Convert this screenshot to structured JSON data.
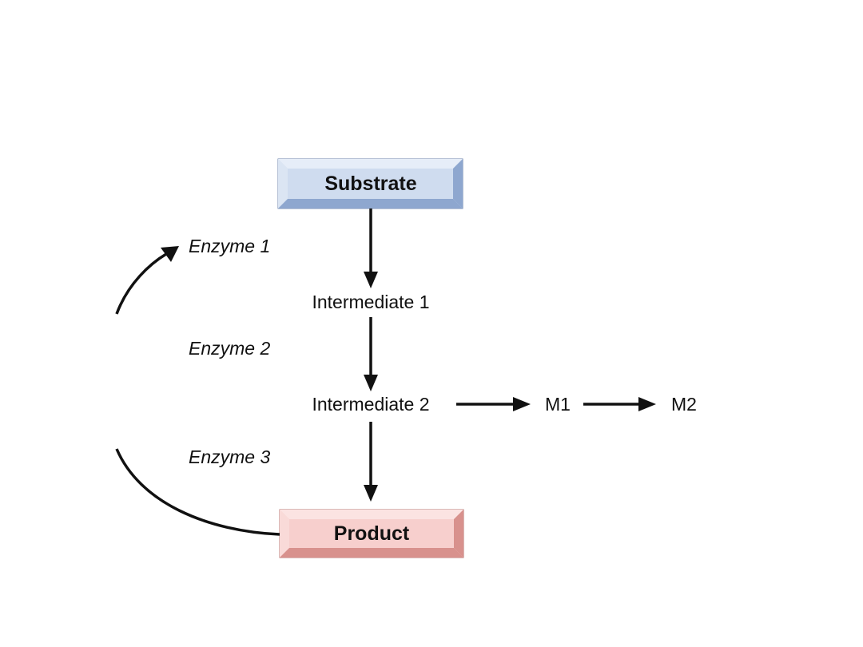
{
  "nodes": {
    "substrate": "Substrate",
    "intermediate1": "Intermediate 1",
    "intermediate2": "Intermediate 2",
    "m1": "M1",
    "m2": "M2",
    "product": "Product"
  },
  "enzymes": {
    "enzyme1": "Enzyme 1",
    "enzyme2": "Enzyme 2",
    "enzyme3": "Enzyme 3"
  },
  "colors": {
    "substrate_fill": "#cfdcef",
    "substrate_dark": "#8ea7cf",
    "substrate_light": "#e6edf8",
    "product_fill": "#f7cfcd",
    "product_dark": "#d8918d",
    "product_light": "#fbe3e2"
  }
}
